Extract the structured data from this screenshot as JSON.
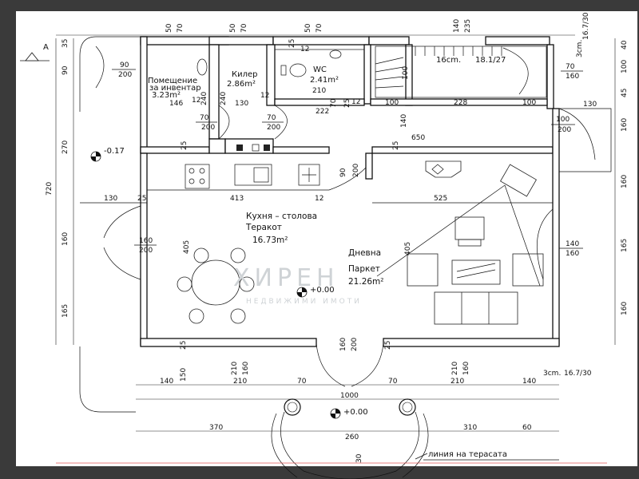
{
  "plan": {
    "section_mark": "A",
    "rooms": {
      "storage_name_1": "Помещение",
      "storage_name_2": "за инвентар",
      "storage_area": "3.23m²",
      "pantry_name": "Килер",
      "pantry_area": "2.86m²",
      "wc_name": "WC",
      "wc_area": "2.41m²",
      "kitchen_name": "Кухня – столова",
      "kitchen_floor": "Теракот",
      "kitchen_area": "16.73m²",
      "living_name": "Дневна",
      "living_floor": "Паркет",
      "living_area": "21.26m²"
    },
    "levels": {
      "level_left": "-0.17",
      "level_center": "+0.00",
      "level_terrace": "+0.00"
    },
    "stairs": {
      "text_a": "16cm.",
      "text_b": "18.1/27",
      "step_note_top": "16.7/30",
      "step_note_bottom": "16.7/30",
      "cm_top": "3cm.",
      "cm_bottom": "3cm."
    },
    "terrace_label": "линия на терасата",
    "watermark": "ХИРЕН",
    "watermark_sub": "НЕДВИЖИМИ ИМОТИ",
    "dimensions": {
      "top_50a": "50",
      "top_70a": "70",
      "top_50b": "50",
      "top_70b": "70",
      "top_50c": "50",
      "top_70c": "70",
      "top_140": "140",
      "top_235": "235",
      "left_35": "35",
      "left_90": "90",
      "left_270": "270",
      "left_720": "720",
      "left_160": "160",
      "left_165": "165",
      "right_40": "40",
      "right_100": "100",
      "right_45": "45",
      "right_160a": "160",
      "right_160b": "160",
      "right_165": "165",
      "right_160c": "160",
      "right_130": "130",
      "d90_200_a": "90",
      "d90_200_b": "200",
      "storage_146": "146",
      "storage_12": "12",
      "pantry_240a": "240",
      "pantry_240b": "240",
      "pantry_130": "130",
      "pantry_12": "12",
      "wc_210": "210",
      "wc_12": "12",
      "wc_70": "70",
      "wc_12b": "12",
      "wc_25a": "25",
      "wc_25b": "25",
      "hall_100a": "100",
      "hall_228": "228",
      "hall_100b": "100",
      "door_70a": "70",
      "door_200a": "200",
      "door_70b": "70",
      "door_200b": "200",
      "hall_222": "222",
      "hall_140": "140",
      "door_100": "100",
      "door_200c": "200",
      "door_130": "130",
      "door_70c": "70",
      "door_160c": "160",
      "hall_25a": "25",
      "hall_25b": "25",
      "hall_650": "650",
      "k_90": "90",
      "k_200": "200",
      "k_413": "413",
      "k_12": "12",
      "k_525": "525",
      "k_130": "130",
      "k_25": "25",
      "k_405": "405",
      "k_405b": "405",
      "k_160": "160",
      "k_200b": "200",
      "k_140": "140",
      "k_160b": "160",
      "b_25a": "25",
      "b_25b": "25",
      "b_210a": "210",
      "b_160a": "160",
      "b_160c": "160",
      "b_200c": "200",
      "b_210b": "210",
      "b_160b": "160",
      "b_150": "150",
      "b_140": "140",
      "b_210c": "210",
      "b_70a": "70",
      "b_210d": "210",
      "b_70b": "70",
      "b_140b": "140",
      "b_1000": "1000",
      "b_370": "370",
      "b_310": "310",
      "b_60": "60",
      "b_260": "260",
      "b_30": "30"
    }
  }
}
